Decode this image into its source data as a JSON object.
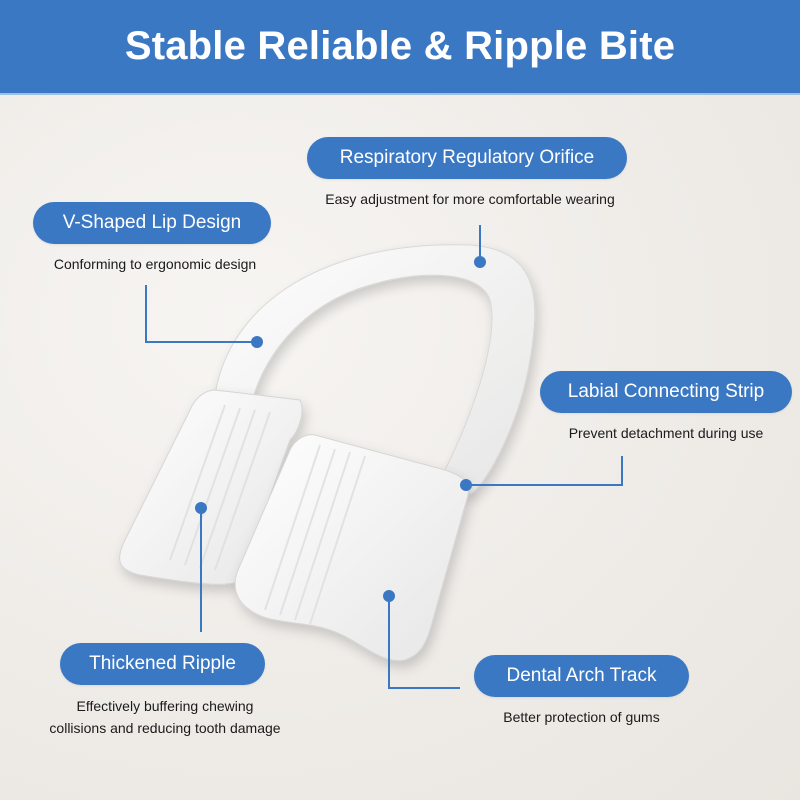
{
  "header": {
    "title": "Stable Reliable & Ripple Bite"
  },
  "colors": {
    "accent": "#3b78c4",
    "background": "#efece8",
    "text": "#1a1a1a"
  },
  "callouts": [
    {
      "title": "Respiratory Regulatory Orifice",
      "description": "Easy adjustment for more comfortable wearing"
    },
    {
      "title": "V-Shaped Lip Design",
      "description": "Conforming to ergonomic design"
    },
    {
      "title": "Labial Connecting Strip",
      "description": "Prevent detachment during use"
    },
    {
      "title": "Thickened Ripple",
      "description_line1": "Effectively buffering chewing",
      "description_line2": "collisions and reducing tooth damage"
    },
    {
      "title": "Dental Arch Track",
      "description": "Better protection of gums"
    }
  ]
}
